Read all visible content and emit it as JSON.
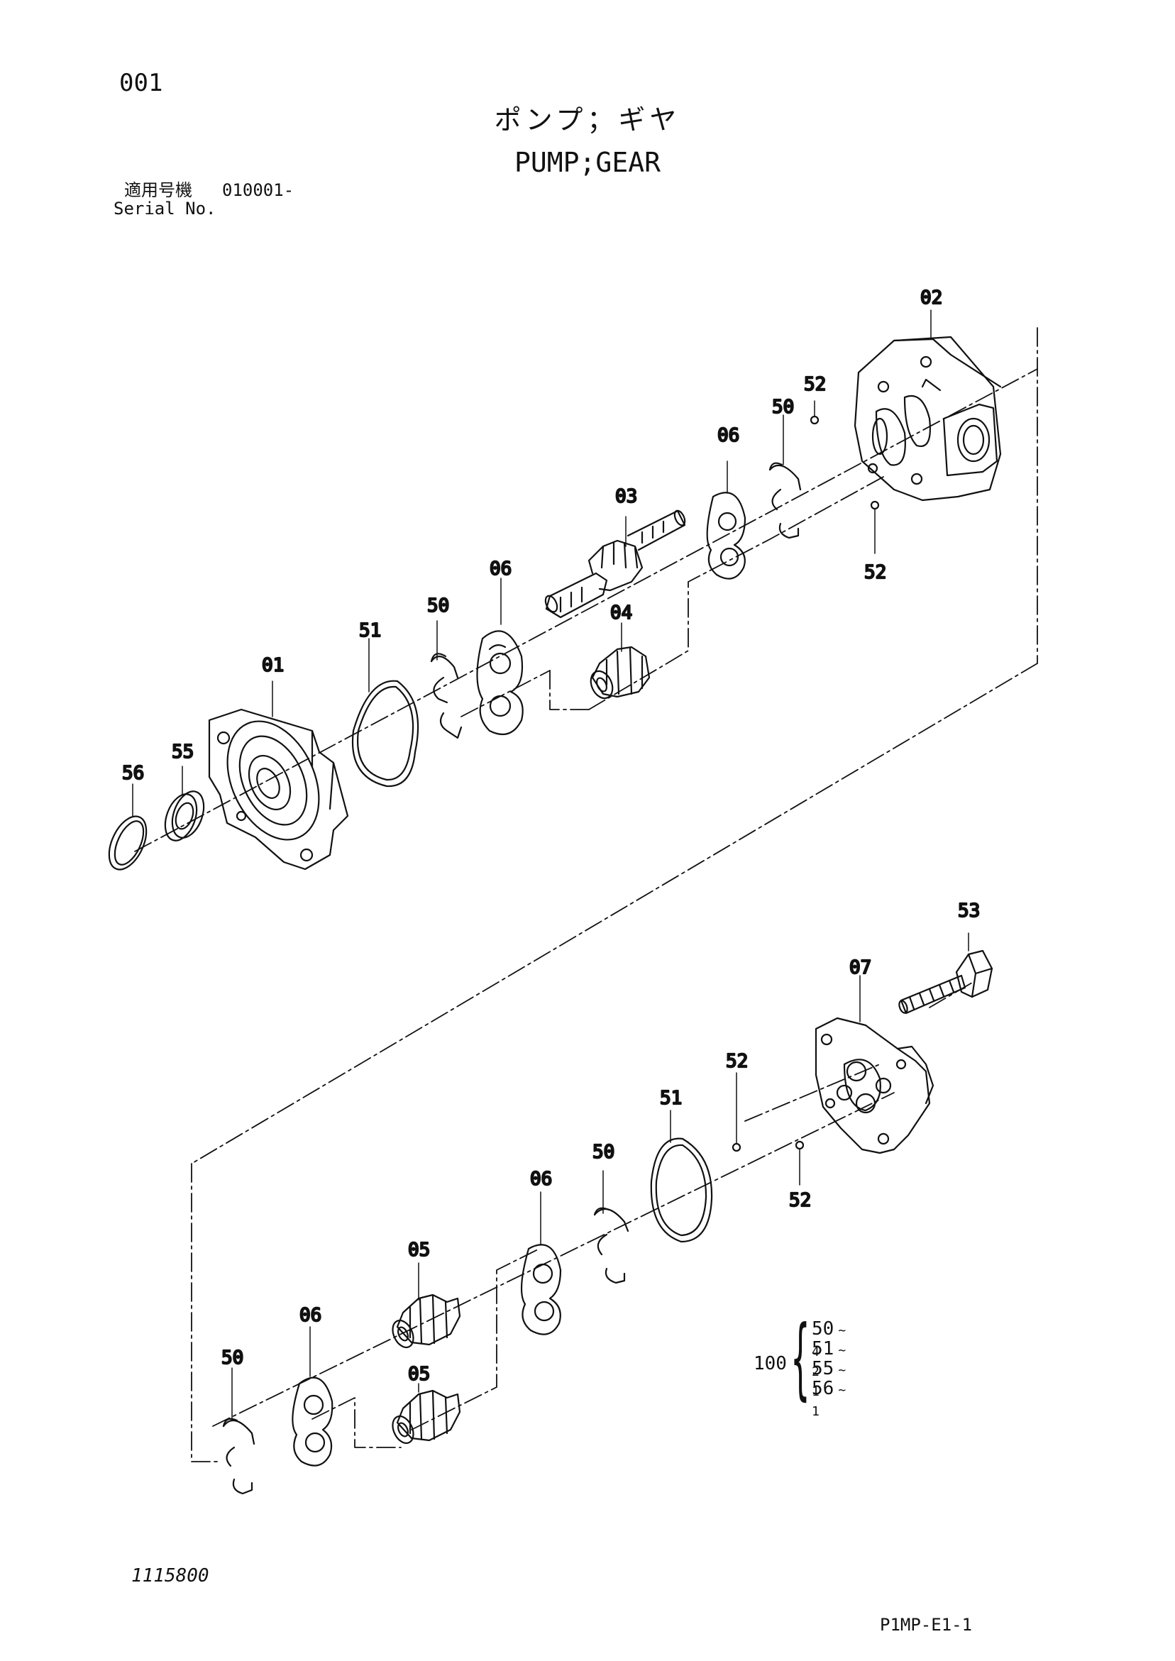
{
  "header": {
    "page_number": "001",
    "title_jp": "ポンプ；ギヤ",
    "title_en": "PUMP;GEAR",
    "serial_label_jp": "適用号機",
    "serial_value": "010001-",
    "serial_label_en": "Serial No."
  },
  "footer": {
    "document_number": "1115800",
    "figure_reference": "P1MP-E1-1"
  },
  "callouts": {
    "c01": "01",
    "c02": "02",
    "c03": "03",
    "c04": "04",
    "c05a": "05",
    "c05b": "05",
    "c06a": "06",
    "c06b": "06",
    "c06c": "06",
    "c06d": "06",
    "c07": "07",
    "c50a": "50",
    "c50b": "50",
    "c50c": "50",
    "c50d": "50",
    "c51a": "51",
    "c51b": "51",
    "c52a": "52",
    "c52b": "52",
    "c52c": "52",
    "c52d": "52",
    "c53": "53",
    "c55": "55",
    "c56": "56"
  },
  "kit": {
    "part_no": "100",
    "items": [
      {
        "part": "50",
        "qty": "~ 4"
      },
      {
        "part": "51",
        "qty": "~ 2"
      },
      {
        "part": "55",
        "qty": "~ 1"
      },
      {
        "part": "56",
        "qty": "~ 1"
      }
    ]
  }
}
